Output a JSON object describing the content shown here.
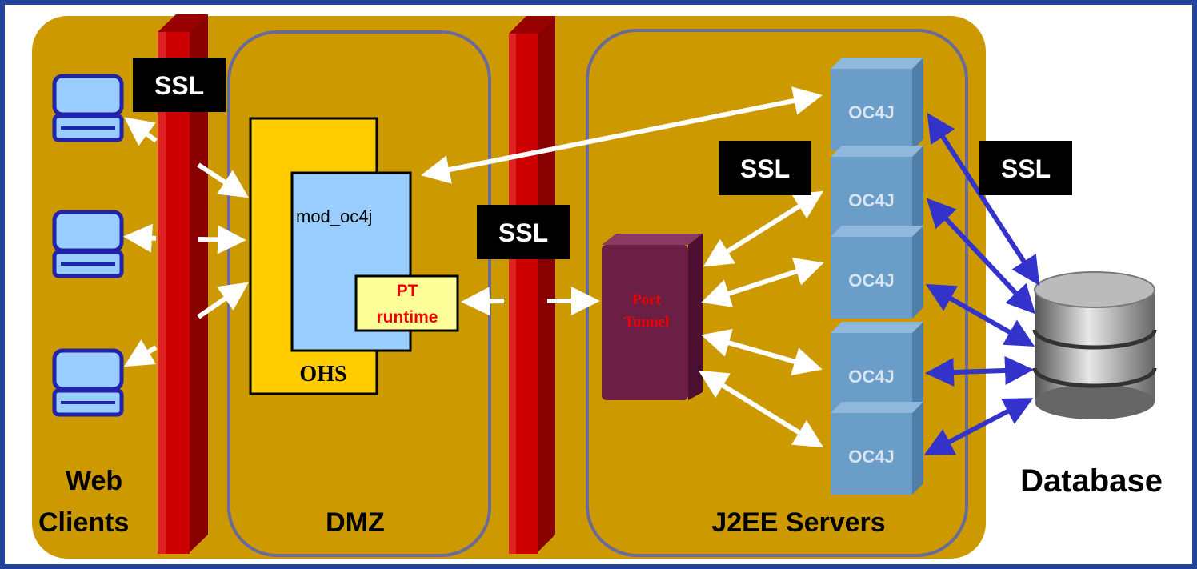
{
  "zones": {
    "web_clients": "Web\nClients",
    "dmz": "DMZ",
    "j2ee": "J2EE Servers",
    "database": "Database"
  },
  "ssl_label": "SSL",
  "ohs_label": "OHS",
  "mod_label": "mod_oc4j",
  "pt_runtime": [
    "PT",
    "runtime"
  ],
  "port_tunnel": [
    "Port",
    "Tunnel"
  ],
  "oc4j_label": "OC4J",
  "colors": {
    "border": "#22449a",
    "zone": "#cc9900",
    "firewall": "#cc0000",
    "ohs": "#ffcc00",
    "mod": "#99ccff",
    "pt": "#ffff99",
    "tunnel": "#6b1f45",
    "oc4j": "#6a9dc8",
    "link_blue": "#3333cc"
  }
}
